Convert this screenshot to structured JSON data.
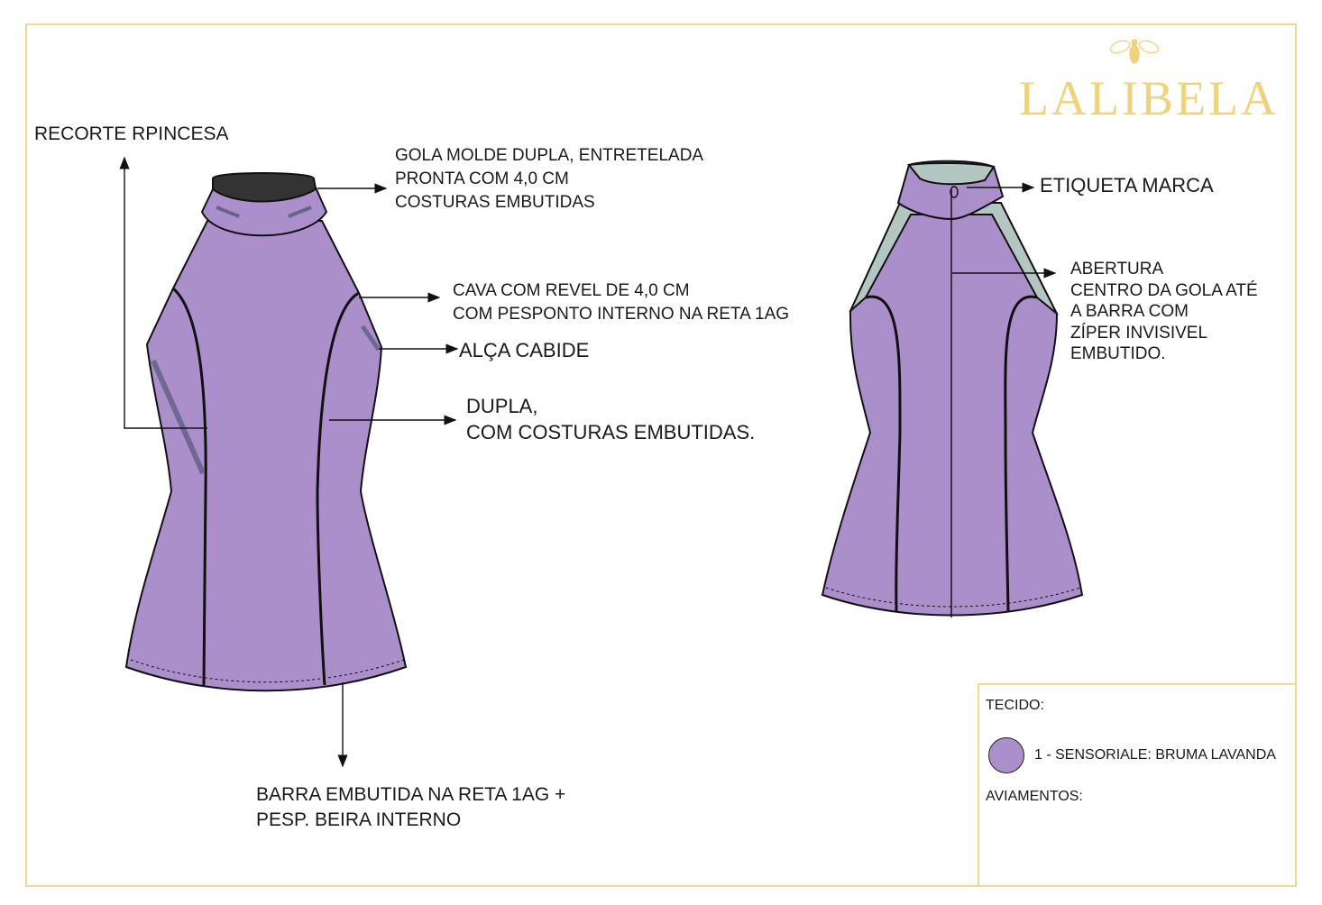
{
  "brand": {
    "name": "LALIBELA",
    "logo_icon": "bee-icon",
    "color": "#f0d27a"
  },
  "front_labels": {
    "princess_seam": "RECORTE RPINCESA",
    "collar": [
      "GOLA MOLDE DUPLA, ENTRETELADA",
      "PRONTA COM 4,0 CM",
      "COSTURAS EMBUTIDAS"
    ],
    "armhole": [
      "CAVA COM REVEL DE 4,0 CM",
      "COM PESPONTO INTERNO NA RETA 1AG"
    ],
    "hanger_loop": "ALÇA CABIDE",
    "double": [
      "DUPLA,",
      "COM COSTURAS EMBUTIDAS."
    ],
    "hem": [
      "BARRA EMBUTIDA NA RETA 1AG +",
      "PESP. BEIRA INTERNO"
    ]
  },
  "back_labels": {
    "brand_tag": "ETIQUETA MARCA",
    "opening": [
      "ABERTURA",
      "CENTRO DA GOLA ATÉ",
      "A BARRA COM",
      "ZÍPER INVISIVEL",
      "EMBUTIDO."
    ]
  },
  "spec_box": {
    "fabric_title": "TECIDO:",
    "fabrics": [
      {
        "label": "1 - SENSORIALE: BRUMA LAVANDA",
        "color": "#aa8fcb"
      }
    ],
    "trims_title": "AVIAMENTOS:"
  },
  "colors": {
    "garment": "#aa8fcb",
    "lining": "#b3c6c2",
    "collar_inside": "#333333",
    "frame": "#f2d98a"
  }
}
